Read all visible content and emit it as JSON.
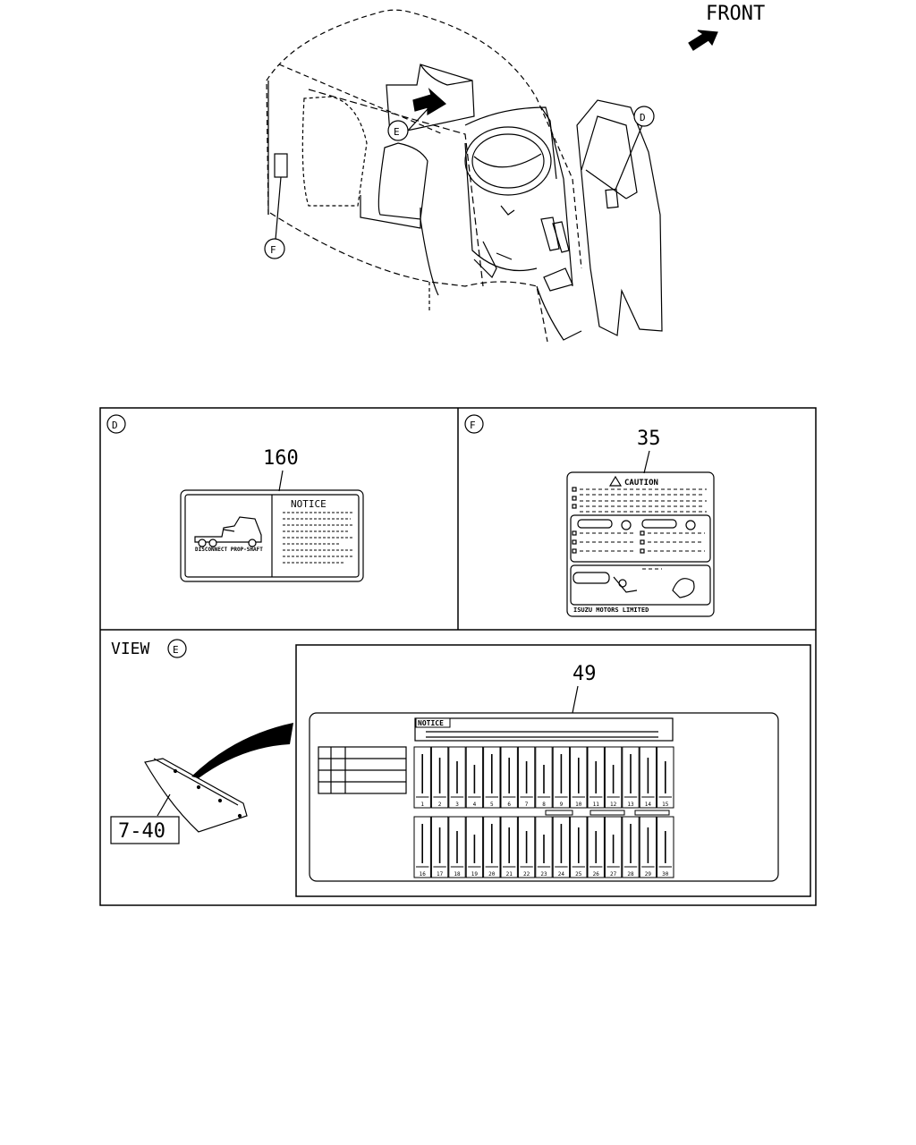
{
  "direction": {
    "label": "FRONT"
  },
  "callouts": {
    "d": "D",
    "e": "E",
    "f": "F"
  },
  "panel_d": {
    "letter": "D",
    "part_no": "160",
    "notice_title": "NOTICE",
    "caption": "DISCONNECT PROP-SHAFT"
  },
  "panel_f": {
    "letter": "F",
    "part_no": "35",
    "caution_title": "CAUTION",
    "maker": "ISUZU MOTORS LIMITED"
  },
  "panel_e": {
    "view_label": "VIEW",
    "view_letter": "E",
    "ref_no": "7-40",
    "part_no": "49",
    "notice_title": "NOTICE",
    "fuse_numbers_top": [
      "1",
      "2",
      "3",
      "4",
      "5",
      "6",
      "7",
      "8",
      "9",
      "10",
      "11",
      "12",
      "13",
      "14",
      "15"
    ],
    "fuse_numbers_bottom": [
      "16",
      "17",
      "18",
      "19",
      "20",
      "21",
      "22",
      "23",
      "24",
      "25",
      "26",
      "27",
      "28",
      "29",
      "30"
    ]
  }
}
